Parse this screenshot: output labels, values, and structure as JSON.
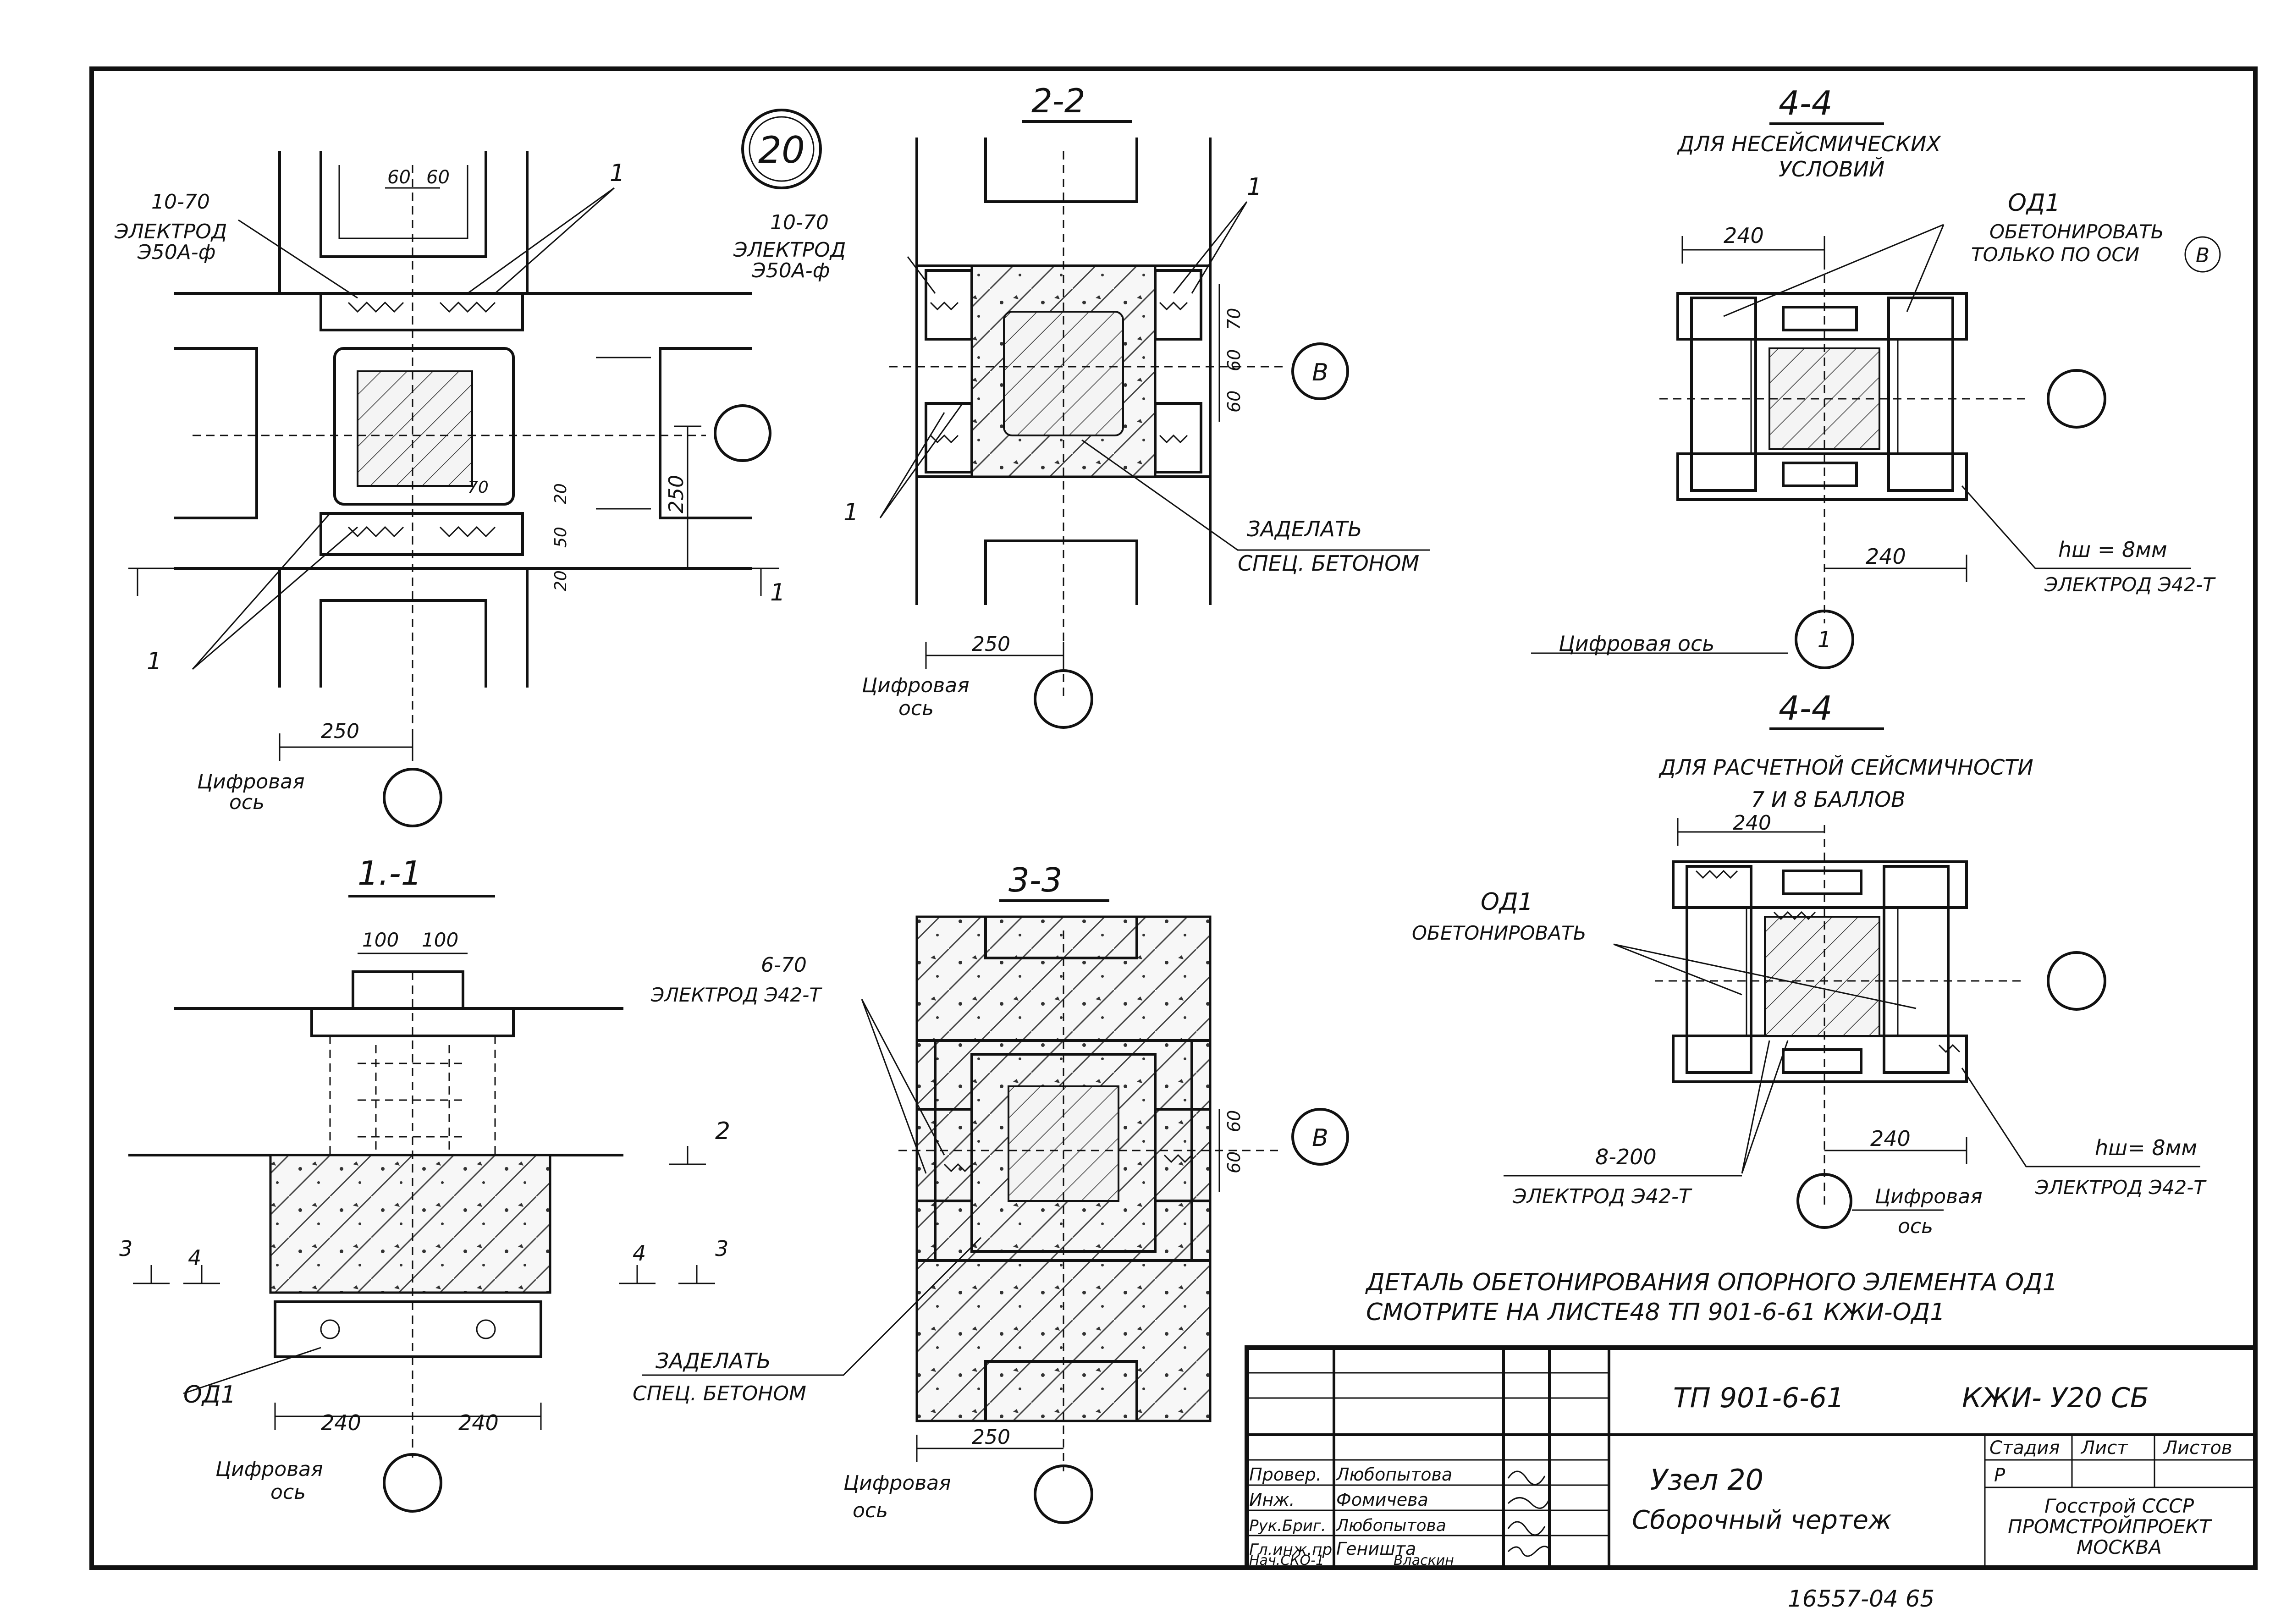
{
  "node_number": "20",
  "views": {
    "plan": {
      "dim_weld_top": "10-70",
      "electrode_label": "ЭЛЕКТРОД",
      "electrode_type": "Э50А-ф",
      "dim_60a": "60",
      "dim_60b": "60",
      "callout_1": "1",
      "dim_250_v": "250",
      "dim_70": "70",
      "dim_20a": "20",
      "dim_50": "50",
      "dim_20b": "20",
      "dim_250_h": "250",
      "axis_label_1": "Цифровая",
      "axis_label_2": "ось",
      "section_mark": "1"
    },
    "sec22": {
      "title": "2-2",
      "dim_weld": "10-70",
      "electrode_label": "ЭЛЕКТРОД",
      "electrode_type": "Э50А-ф",
      "callout_1": "1",
      "dim_70": "70",
      "dim_60a": "60",
      "dim_60b": "60",
      "axis_letter": "В",
      "note_1": "ЗАДЕЛАТЬ",
      "note_2": "СПЕЦ. БЕТОНОМ",
      "dim_250": "250",
      "axis_label_1": "Цифровая",
      "axis_label_2": "ось"
    },
    "sec44a": {
      "title": "4-4",
      "subtitle_1": "ДЛЯ   НЕСЕЙСМИЧЕСКИХ",
      "subtitle_2": "УСЛОВИЙ",
      "element": "ОД1",
      "note_1": "ОБЕТОНИРОВАТЬ",
      "note_2": "ТОЛЬКО  ПО ОСИ",
      "axis_letter": "В",
      "dim_240_top": "240",
      "dim_240_bot": "240",
      "weld_size": "hш = 8мм",
      "electrode": "ЭЛЕКТРОД Э42-Т",
      "axis_label": "Цифровая  ось",
      "axis_num": "1"
    },
    "sec44b": {
      "title": "4-4",
      "subtitle_1": "ДЛЯ   РАСЧЕТНОЙ   СЕЙСМИЧНОСТИ",
      "subtitle_2": "7 И 8 БАЛЛОВ",
      "dim_240_top": "240",
      "element": "ОД1",
      "note": "ОБЕТОНИРОВАТЬ",
      "weld_dim": "8-200",
      "electrode_1": "ЭЛЕКТРОД   Э42-Т",
      "dim_240_bot": "240",
      "weld_size": "hш= 8мм",
      "electrode_2": "ЭЛЕКТРОД Э42-Т",
      "axis_label_1": "Цифровая",
      "axis_label_2": "ось"
    },
    "sec11": {
      "title": "1.-1",
      "dim_100a": "100",
      "dim_100b": "100",
      "mark_2": "2",
      "mark_3a": "3",
      "mark_4a": "4",
      "mark_4b": "4",
      "mark_3b": "3",
      "element": "ОД1",
      "dim_240a": "240",
      "dim_240b": "240",
      "axis_label_1": "Цифровая",
      "axis_label_2": "ось"
    },
    "sec33": {
      "title": "3-3",
      "weld_dim": "6-70",
      "electrode": "ЭЛЕКТРОД Э42-Т",
      "dim_60a": "60",
      "dim_60b": "60",
      "axis_letter": "В",
      "note_1": "ЗАДЕЛАТЬ",
      "note_2": "СПЕЦ. БЕТОНОМ",
      "dim_250": "250",
      "axis_label_1": "Цифровая",
      "axis_label_2": "ось"
    }
  },
  "detail_note": {
    "line_1": "ДЕТАЛЬ   ОБЕТОНИРОВАНИЯ     ОПОРНОГО     ЭЛЕМЕНТА    ОД1",
    "line_2": "СМОТРИТЕ    НА  ЛИСТЕ48 ТП 901-6-61      КЖИ-ОД1"
  },
  "title_block": {
    "project_code": "ТП 901-6-61",
    "sheet_code": "КЖИ- У20 СБ",
    "title_1": "Узел  20",
    "title_2": "Сборочный   чертеж",
    "stage_label": "Стадия",
    "sheet_label": "Лист",
    "sheets_label": "Листов",
    "stage_value": "Р",
    "org_1": "Госстрой  СССР",
    "org_2": "ПРОМСТРОЙПРОЕКТ",
    "org_3": "МОСКВА",
    "roles": [
      {
        "role": "Провер.",
        "name": "Любопытова"
      },
      {
        "role": "Инж.",
        "name": "Фомичева"
      },
      {
        "role": "Рук.Бриг.",
        "name": "Любопытова"
      },
      {
        "role": "Гл.инж.пр.",
        "name": "Геништа"
      },
      {
        "role": "Нач.СКО-1",
        "name": "Власкин"
      }
    ]
  },
  "archive_number": "16557-04    65"
}
